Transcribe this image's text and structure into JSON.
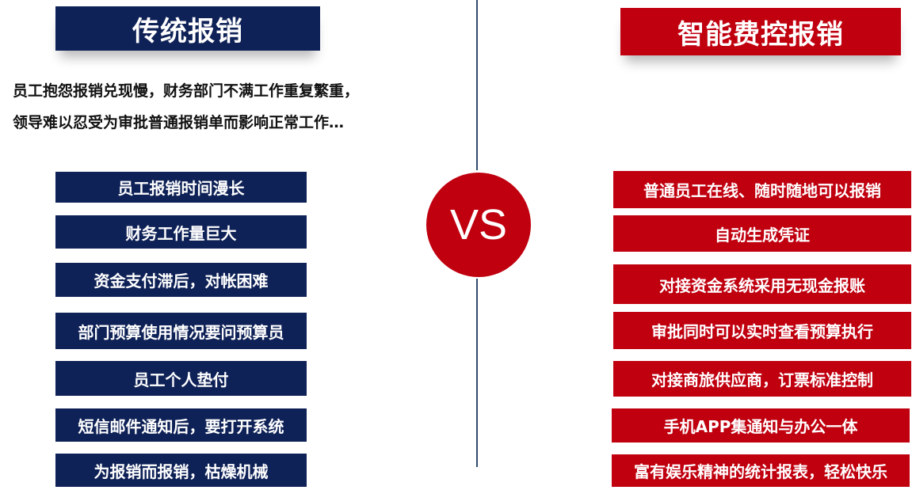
{
  "left": {
    "title": "传统报销",
    "intro": [
      "员工抱怨报销兑现慢，财务部门不满工作重复繁重，",
      "领导难以忍受为审批普通报销单而影响正常工作…"
    ],
    "items": [
      "员工报销时间漫长",
      "财务工作量巨大",
      "资金支付滞后，对帐困难",
      "部门预算使用情况要问预算员",
      "员工个人垫付",
      "短信邮件通知后，要打开系统",
      "为报销而报销，枯燥机械"
    ]
  },
  "center": {
    "vs": "VS"
  },
  "right": {
    "title": "智能费控报销",
    "items": [
      "普通员工在线、随时随地可以报销",
      "自动生成凭证",
      "对接资金系统采用无现金报账",
      "审批同时可以实时查看预算执行",
      "对接商旅供应商，订票标准控制",
      "手机APP集通知与办公一体",
      "富有娱乐精神的统计报表，轻松快乐"
    ]
  },
  "colors": {
    "navy": "#0f2257",
    "red": "#c0000f",
    "divider": "#2f4a6e"
  }
}
